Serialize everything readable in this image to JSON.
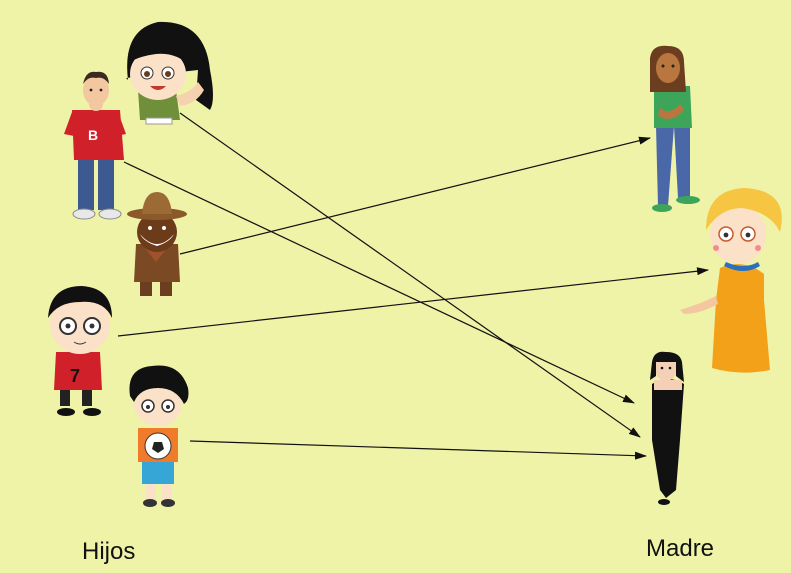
{
  "labels": {
    "children": "Hijos",
    "mothers": "Madre"
  },
  "colors": {
    "background": "#eff3a8",
    "arrow": "#111111"
  },
  "children": [
    {
      "name": "boy-red-shirt-b",
      "shirt_text": "B"
    },
    {
      "name": "girl-black-hair"
    },
    {
      "name": "boy-cowboy-hat"
    },
    {
      "name": "boy-glasses-red-shirt-7",
      "shirt_text": "7"
    },
    {
      "name": "boy-curly-hair-soccer-ball"
    }
  ],
  "mothers": [
    {
      "name": "woman-green-shirt"
    },
    {
      "name": "woman-blonde-orange-dress"
    },
    {
      "name": "woman-black-dress"
    }
  ],
  "connections": [
    {
      "from": "boy-red-shirt-b",
      "to": "woman-black-dress"
    },
    {
      "from": "girl-black-hair",
      "to": "woman-black-dress"
    },
    {
      "from": "boy-cowboy-hat",
      "to": "woman-green-shirt"
    },
    {
      "from": "boy-glasses-red-shirt-7",
      "to": "woman-blonde-orange-dress"
    },
    {
      "from": "boy-curly-hair-soccer-ball",
      "to": "woman-black-dress"
    }
  ]
}
